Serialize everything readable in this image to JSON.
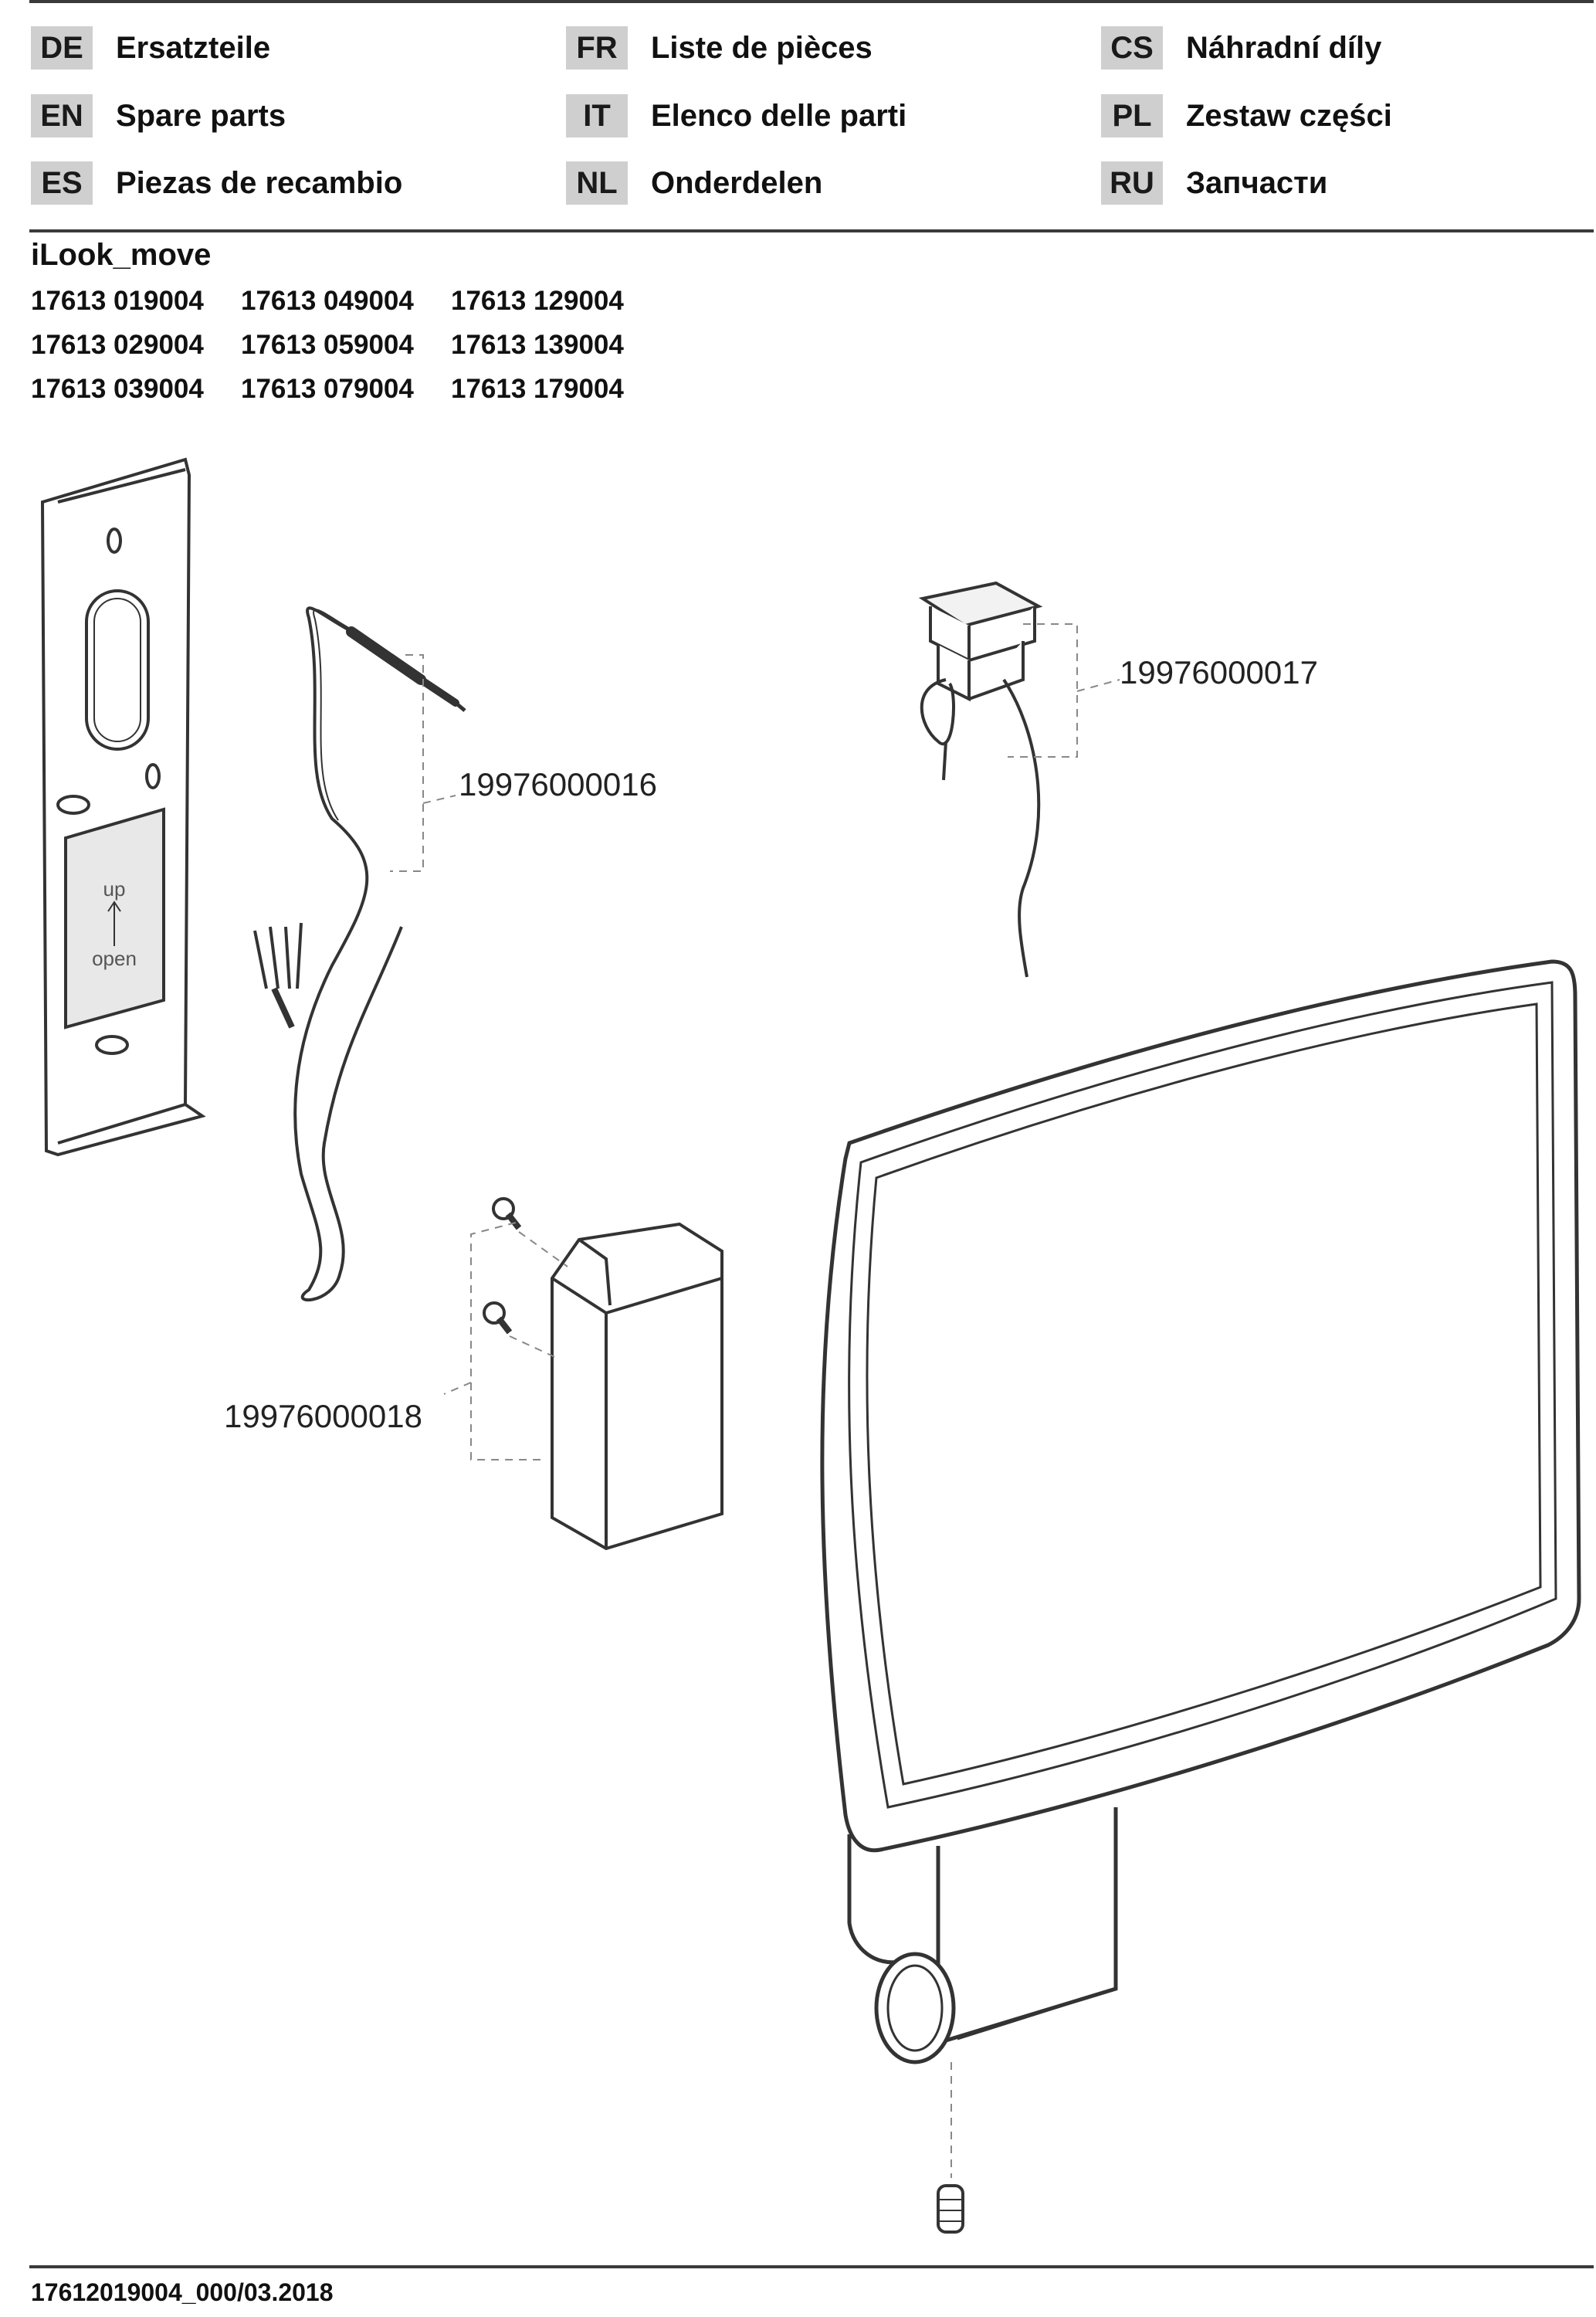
{
  "languages": [
    {
      "code": "DE",
      "label": "Ersatzteile"
    },
    {
      "code": "EN",
      "label": "Spare parts"
    },
    {
      "code": "ES",
      "label": "Piezas de recambio"
    },
    {
      "code": "FR",
      "label": "Liste de pièces"
    },
    {
      "code": "IT",
      "label": "Elenco delle parti"
    },
    {
      "code": "NL",
      "label": "Onderdelen"
    },
    {
      "code": "CS",
      "label": "Náhradní díly"
    },
    {
      "code": "PL",
      "label": "Zestaw części"
    },
    {
      "code": "RU",
      "label": "Запчасти"
    }
  ],
  "product": {
    "title": "iLook_move",
    "articles": [
      [
        "17613 019004",
        "17613 049004",
        "17613 129004"
      ],
      [
        "17613 029004",
        "17613 059004",
        "17613 139004"
      ],
      [
        "17613 039004",
        "17613 079004",
        "17613 179004"
      ]
    ]
  },
  "parts": {
    "cable": "19976000016",
    "switch": "19976000017",
    "transformer": "19976000018"
  },
  "plate_text": {
    "up": "up",
    "open": "open"
  },
  "footer": {
    "doc_code": "17612019004_000/03.2018"
  }
}
